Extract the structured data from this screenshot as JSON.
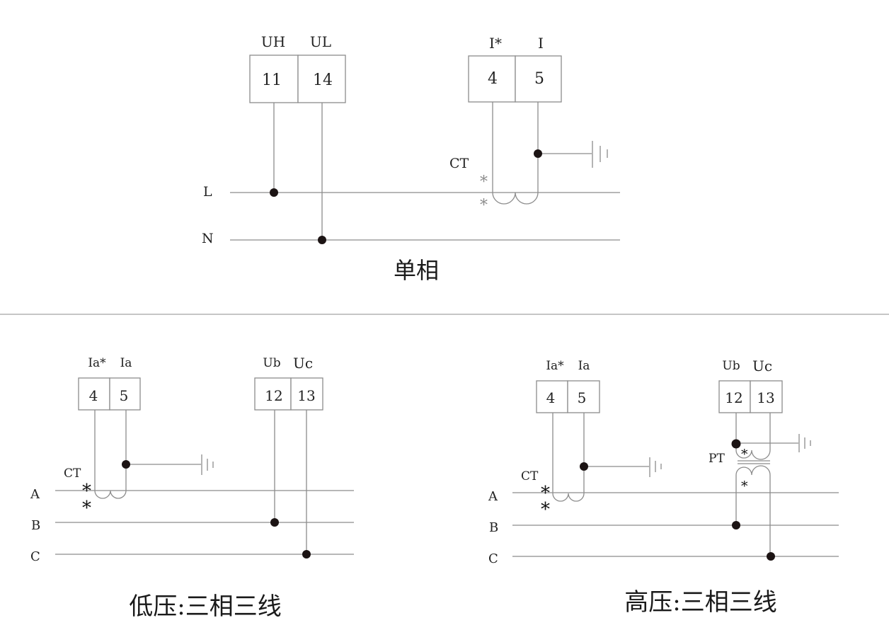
{
  "colors": {
    "wire": "#8c8c8c",
    "node": "#1c1414",
    "text": "#222222",
    "divider": "#b3b3b3"
  },
  "diagrams": [
    {
      "id": "single-phase",
      "title": "单相",
      "lines": [
        "L",
        "N"
      ],
      "terminal_groups": [
        {
          "terminals": [
            {
              "label": "UH",
              "number": "11"
            },
            {
              "label": "UL",
              "number": "14"
            }
          ]
        },
        {
          "terminals": [
            {
              "label": "I*",
              "number": "4"
            },
            {
              "label": "I",
              "number": "5"
            }
          ]
        }
      ],
      "ct_label": "CT",
      "polarity_mark": "*",
      "connections": [
        {
          "terminal": "11",
          "line": "L"
        },
        {
          "terminal": "14",
          "line": "N"
        },
        {
          "terminal": "4",
          "via": "CT",
          "line": "L"
        },
        {
          "terminal": "5",
          "via": "CT",
          "line": "L"
        },
        {
          "terminal": "5",
          "to": "ground"
        }
      ]
    },
    {
      "id": "low-voltage-3p3w",
      "title": "低压:三相三线",
      "lines": [
        "A",
        "B",
        "C"
      ],
      "terminal_groups": [
        {
          "terminals": [
            {
              "label": "Ia*",
              "number": "4"
            },
            {
              "label": "Ia",
              "number": "5"
            }
          ]
        },
        {
          "terminals": [
            {
              "label": "Ub",
              "number": "12"
            },
            {
              "label": "Uc",
              "number": "13"
            }
          ]
        }
      ],
      "ct_label": "CT",
      "polarity_mark": "*",
      "connections": [
        {
          "terminal": "4",
          "via": "CT",
          "line": "A"
        },
        {
          "terminal": "5",
          "via": "CT",
          "line": "A"
        },
        {
          "terminal": "5",
          "to": "ground"
        },
        {
          "terminal": "12",
          "line": "B"
        },
        {
          "terminal": "13",
          "line": "C"
        }
      ]
    },
    {
      "id": "high-voltage-3p3w",
      "title": "高压:三相三线",
      "lines": [
        "A",
        "B",
        "C"
      ],
      "terminal_groups": [
        {
          "terminals": [
            {
              "label": "Ia*",
              "number": "4"
            },
            {
              "label": "Ia",
              "number": "5"
            }
          ]
        },
        {
          "terminals": [
            {
              "label": "Ub",
              "number": "12"
            },
            {
              "label": "Uc",
              "number": "13"
            }
          ]
        }
      ],
      "ct_label": "CT",
      "pt_label": "PT",
      "polarity_mark": "*",
      "connections": [
        {
          "terminal": "4",
          "via": "CT",
          "line": "A"
        },
        {
          "terminal": "5",
          "via": "CT",
          "line": "A"
        },
        {
          "terminal": "5",
          "to": "ground"
        },
        {
          "terminal": "12",
          "via": "PT",
          "line": "B"
        },
        {
          "terminal": "13",
          "via": "PT",
          "line": "C"
        },
        {
          "terminal": "12",
          "to": "ground"
        }
      ]
    }
  ]
}
